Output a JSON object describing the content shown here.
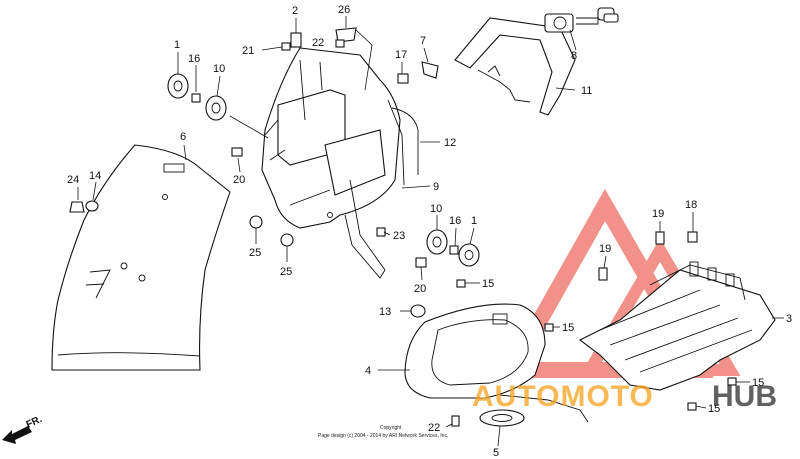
{
  "callouts": {
    "c1a": "1",
    "c16a": "16",
    "c10a": "10",
    "c6": "6",
    "c24": "24",
    "c14": "14",
    "c20a": "20",
    "c25a": "25",
    "c25b": "25",
    "c2": "2",
    "c26": "26",
    "c21": "21",
    "c22a": "22",
    "c17": "17",
    "c7": "7",
    "c8": "8",
    "c11": "11",
    "c12": "12",
    "c9": "9",
    "c10b": "10",
    "c16b": "16",
    "c1b": "1",
    "c23": "23",
    "c20b": "20",
    "c15a": "15",
    "c13": "13",
    "c15b": "15",
    "c4": "4",
    "c19a": "19",
    "c19b": "19",
    "c18": "18",
    "c3": "3",
    "c15c": "15",
    "c15d": "15",
    "c22b": "22",
    "c5": "5"
  },
  "direction_label": "FR.",
  "copyright": {
    "line1": "Copyright",
    "line2": "Page design (c) 2004 - 2014 by ARI Network Services, Inc."
  },
  "watermark": {
    "part1": "AUTOMOTO",
    "part2": "HUB",
    "color_orange": "#f6a21b",
    "color_red": "#e8392b",
    "color_dark": "#3a3a3a"
  }
}
